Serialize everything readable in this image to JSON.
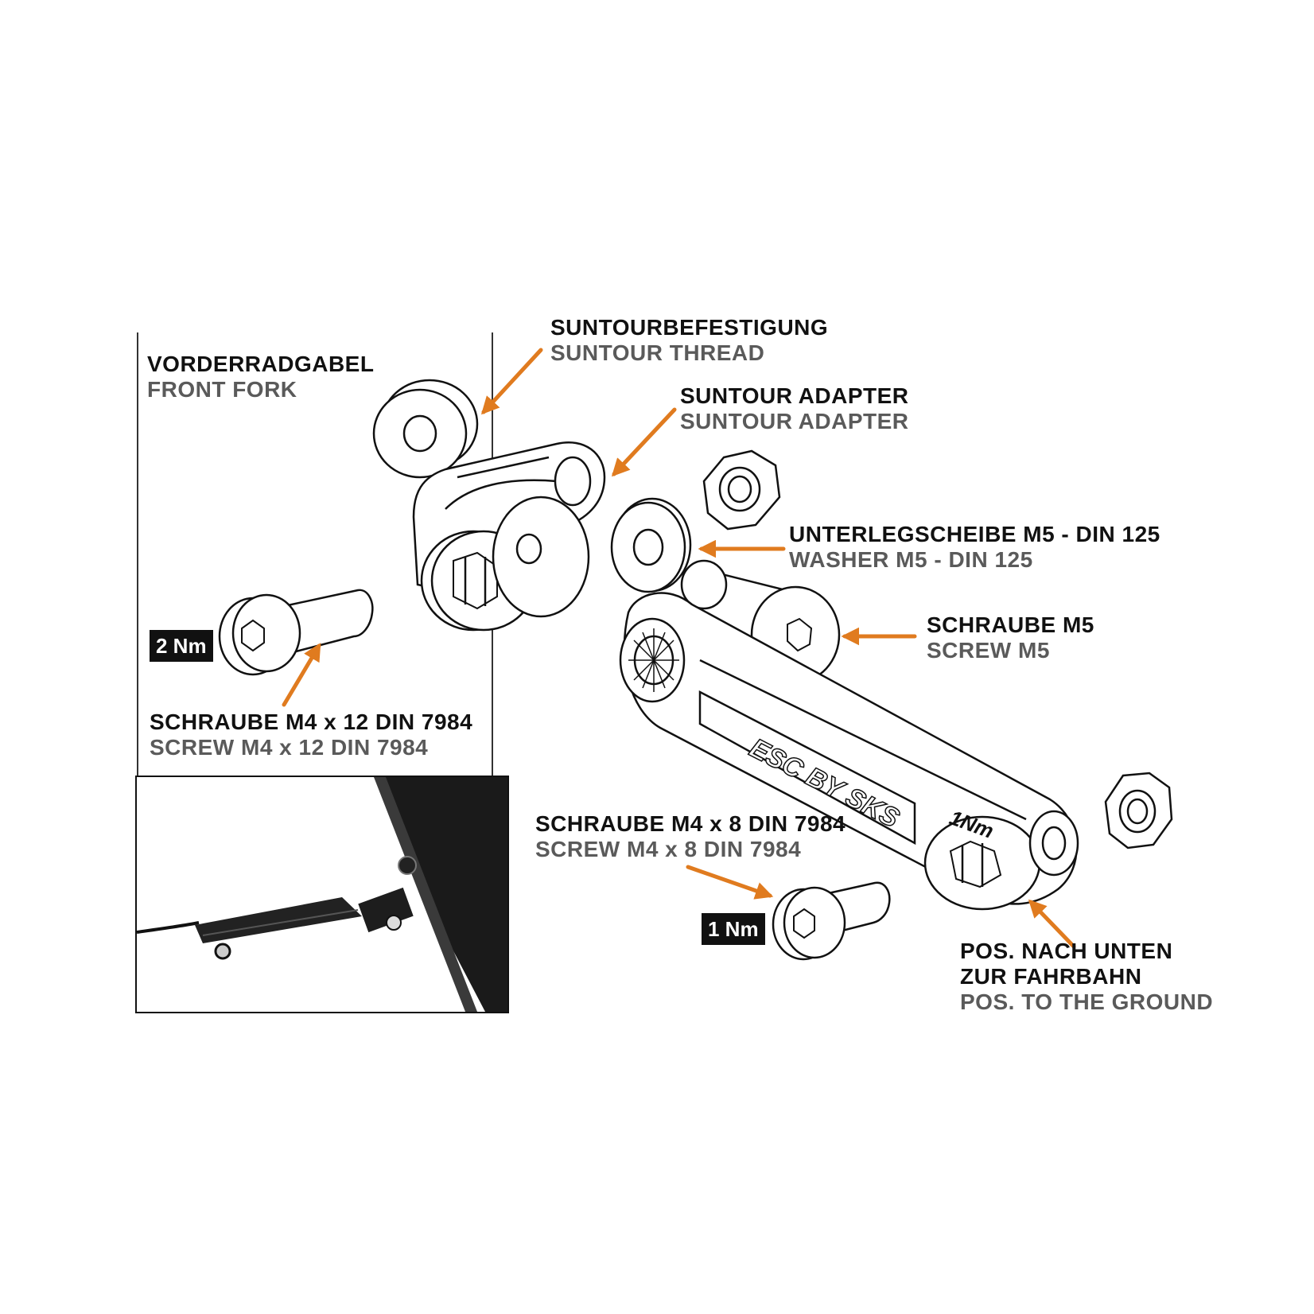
{
  "labels": {
    "front_fork": {
      "de": "VORDERRADGABEL",
      "en": "FRONT FORK"
    },
    "suntour_thread": {
      "de": "SUNTOURBEFESTIGUNG",
      "en": "SUNTOUR THREAD"
    },
    "suntour_adapter": {
      "de": "SUNTOUR ADAPTER",
      "en": "SUNTOUR ADAPTER"
    },
    "washer": {
      "de": "UNTERLEGSCHEIBE M5 - DIN 125",
      "en": "WASHER M5 - DIN 125"
    },
    "screw_m5": {
      "de": "SCHRAUBE M5",
      "en": "SCREW M5"
    },
    "screw_m4x12": {
      "de": "SCHRAUBE M4 x 12 DIN 7984",
      "en": "SCREW M4 x 12 DIN 7984"
    },
    "screw_m4x8": {
      "de": "SCHRAUBE M4 x 8 DIN 7984",
      "en": "SCREW M4 x 8 DIN 7984"
    },
    "position": {
      "de1": "POS. NACH UNTEN",
      "de2": "ZUR FAHRBAHN",
      "en": "POS. TO THE GROUND"
    }
  },
  "torque": {
    "m4x12": "2 Nm",
    "m4x8": "1 Nm"
  },
  "part_marks": {
    "brand": "ESC BY SKS",
    "torque_mark": "1Nm"
  },
  "colors": {
    "arrow": "#e07b1f",
    "ink": "#111111",
    "secondary_text": "#5a5a5a",
    "photo_bg": "#ffffff"
  }
}
